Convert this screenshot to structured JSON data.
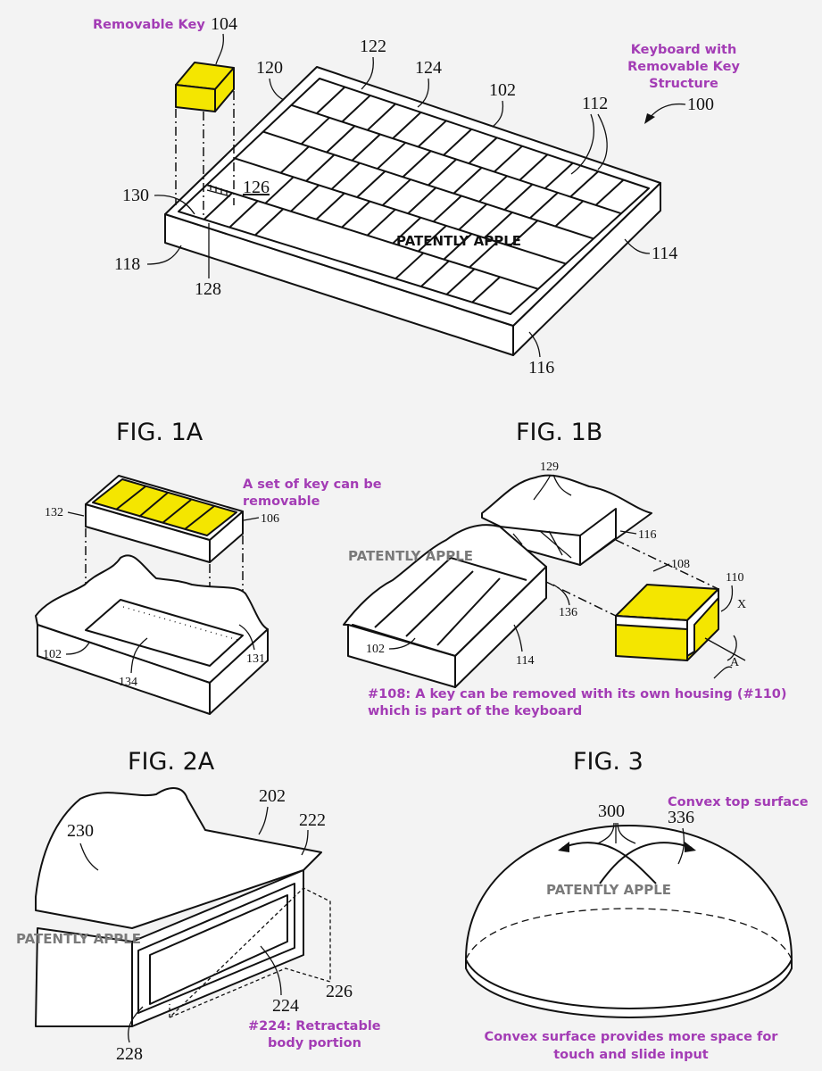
{
  "colors": {
    "annotation": "#a33cb5",
    "highlight": "#f4e600",
    "background": "#f3f3f3",
    "watermark": "#7a7a7a"
  },
  "fig1": {
    "title_annotation": [
      "Keyboard with",
      "Removable Key",
      "Structure"
    ],
    "removable_key_annotation": "Removable Key",
    "labels": {
      "l104": "104",
      "l122": "122",
      "l120": "120",
      "l124": "124",
      "l102": "102",
      "l112": "112",
      "l100": "100",
      "l130": "130",
      "l126": "126",
      "l118": "118",
      "l128": "128",
      "l114": "114",
      "l116": "116"
    },
    "watermark": "PATENTLY APPLE"
  },
  "fig_titles": {
    "f1a": "FIG. 1A",
    "f1b": "FIG. 1B",
    "f2a": "FIG. 2A",
    "f3": "FIG. 3"
  },
  "fig2": {
    "annotation": [
      "A set of key can be",
      "removable"
    ],
    "labels": {
      "l132": "132",
      "l106": "106",
      "l102": "102",
      "l134": "134",
      "l131": "131"
    }
  },
  "fig3": {
    "watermark": "PATENTLY APPLE",
    "labels": {
      "l129": "129",
      "l116": "116",
      "l108": "108",
      "l110": "110",
      "lX": "X",
      "lA": "A",
      "l136": "136",
      "l102": "102",
      "l114": "114"
    },
    "annotation": [
      "#108: A key can be removed with its own housing (#110)",
      "which is part of the keyboard"
    ]
  },
  "fig4": {
    "watermark": "PATENTLY APPLE",
    "labels": {
      "l202": "202",
      "l222": "222",
      "l230": "230",
      "l224": "224",
      "l226": "226",
      "l228": "228"
    },
    "annotation": [
      "#224: Retractable",
      "body portion"
    ]
  },
  "fig5": {
    "watermark": "PATENTLY APPLE",
    "top_annotation": "Convex top surface",
    "labels": {
      "l300": "300",
      "l336": "336"
    },
    "annotation": [
      "Convex surface provides more space for",
      "touch and slide input"
    ]
  }
}
